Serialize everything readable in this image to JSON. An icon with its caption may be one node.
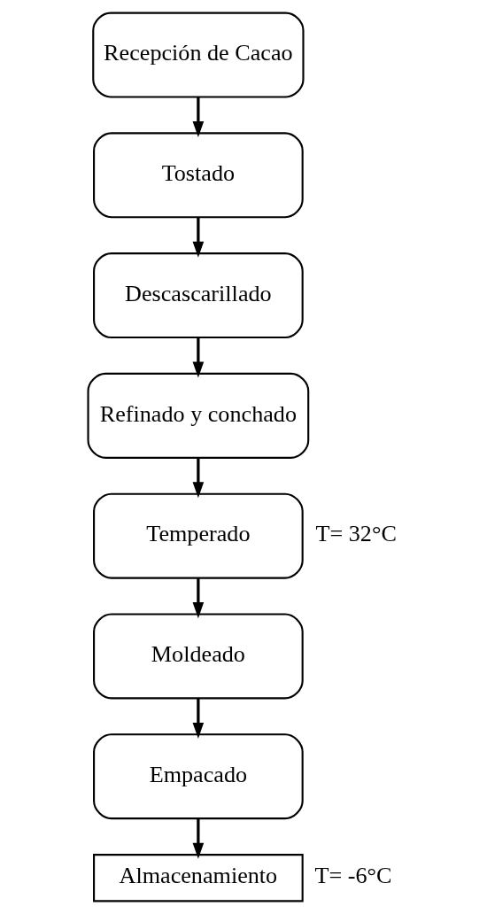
{
  "diagram": {
    "nodes": [
      {
        "text": [
          "Recepción de Cacao"
        ]
      },
      {
        "text": [
          "Tostado"
        ]
      },
      {
        "text": [
          "Descascarillado"
        ]
      },
      {
        "text": [
          "Refinado y conchado"
        ]
      },
      {
        "text": [
          "Temperado"
        ],
        "beside": [
          "T= 32°C"
        ]
      },
      {
        "text": [
          "Moldeado"
        ]
      },
      {
        "text": [
          "Empacado"
        ]
      },
      {
        "text": [
          "Almacenamiento"
        ],
        "beside": [
          "T= -6°C"
        ]
      }
    ],
    "edges": [
      {
        "from": 0,
        "to": 1,
        "arrow": "to"
      },
      {
        "from": 1,
        "to": 2,
        "arrow": "to"
      },
      {
        "from": 2,
        "to": 3,
        "arrow": "to"
      },
      {
        "from": 3,
        "to": 4,
        "arrow": "to"
      },
      {
        "from": 4,
        "to": 5,
        "arrow": "to"
      },
      {
        "from": 5,
        "to": 6,
        "arrow": "to"
      },
      {
        "from": 6,
        "to": 7,
        "arrow": "to"
      }
    ]
  }
}
